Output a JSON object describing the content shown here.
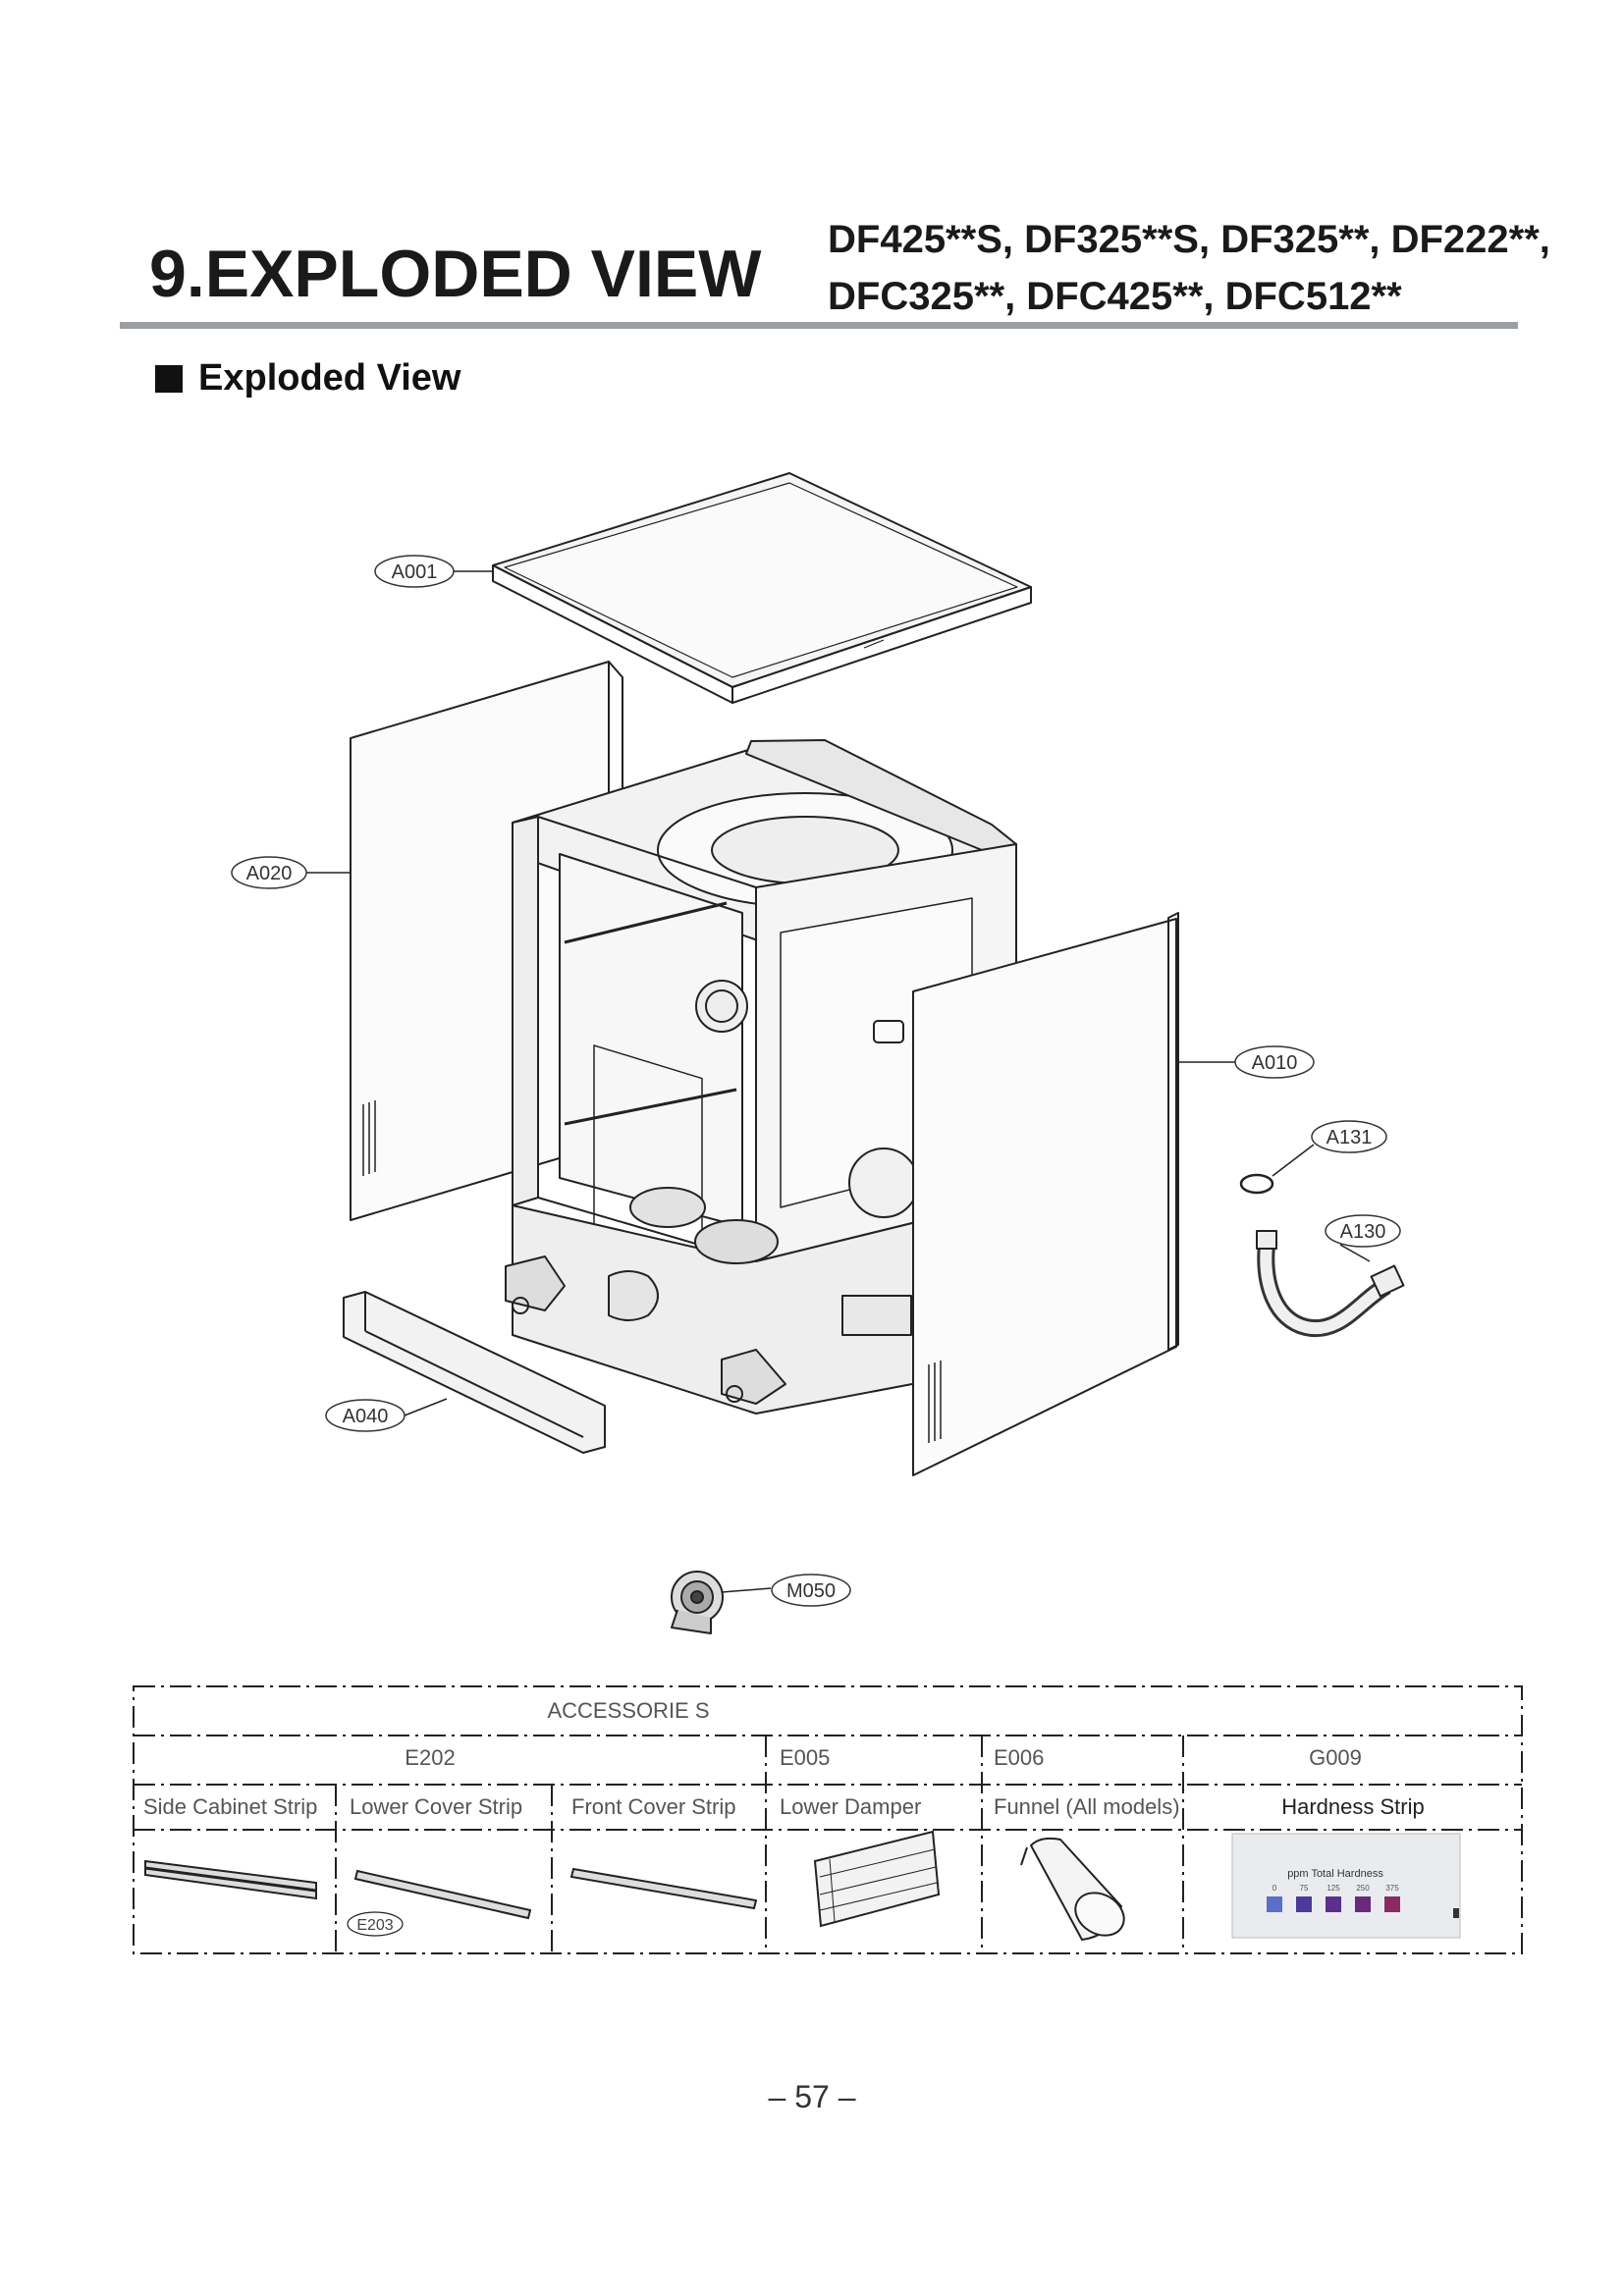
{
  "header": {
    "title": "9.EXPLODED VIEW",
    "models_line1": "DF425**S, DF325**S, DF325**, DF222**,",
    "models_line2": "DFC325**, DFC425**, DFC512**"
  },
  "section": {
    "label": "Exploded View"
  },
  "callouts": {
    "a001": "A001",
    "a020": "A020",
    "a010": "A010",
    "a131": "A131",
    "a130": "A130",
    "a040": "A040",
    "m050": "M050"
  },
  "accessories": {
    "title": "ACCESSORIE S",
    "codes": {
      "e202": "E202",
      "e005": "E005",
      "e006": "E006",
      "g009": "G009",
      "e203": "E203"
    },
    "items": {
      "side_cabinet_strip": "Side Cabinet Strip",
      "lower_cover_strip": "Lower Cover Strip",
      "front_cover_strip": "Front Cover Strip",
      "lower_damper": "Lower Damper",
      "funnel": "Funnel (All models)",
      "hardness_strip": "Hardness Strip"
    },
    "hardness_card": {
      "title": "ppm Total Hardness",
      "scale": [
        "0",
        "75",
        "125",
        "250",
        "375"
      ],
      "colors": [
        "#5a6fc9",
        "#4b3a9a",
        "#5a2f8f",
        "#6a2a7c",
        "#8a2a62"
      ]
    }
  },
  "footer": {
    "page_number": "– 57 –"
  }
}
